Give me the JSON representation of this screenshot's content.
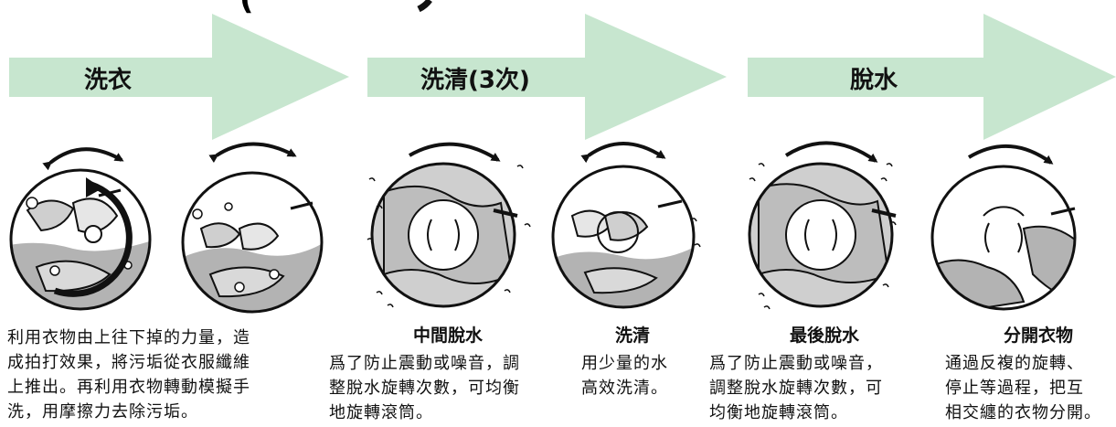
{
  "header": {
    "partial_text": "("
  },
  "steps": [
    {
      "label": "洗衣"
    },
    {
      "label": "洗清(3次)"
    },
    {
      "label": "脫水"
    }
  ],
  "descriptions": {
    "wash": [
      "利用衣物由上往下掉的力量，造",
      "成拍打效果，將污垢從衣服纖維",
      "上推出。再利用衣物轉動模擬手",
      "洗，用摩擦力去除污垢。"
    ],
    "mid_spin": {
      "title": "中間脫水",
      "lines": [
        "爲了防止震動或噪音，調",
        "整脫水旋轉次數，可均衡",
        "地旋轉滾筒。"
      ]
    },
    "rinse": {
      "title": "洗清",
      "lines": [
        "用少量的水",
        "高效洗清。"
      ]
    },
    "final_spin": {
      "title": "最後脫水",
      "lines": [
        "爲了防止震動或噪音，",
        "調整脫水旋轉次數，可",
        "均衡地旋轉滾筒。"
      ]
    },
    "separate": {
      "title": "分開衣物",
      "lines": [
        "通過反複的旋轉、",
        "停止等過程，把互",
        "相交纏的衣物分開。"
      ]
    }
  },
  "colors": {
    "arrow": "#c7e6cf",
    "drum_water": "#b3b3b3",
    "drum_cloth": "#cfcfcf",
    "outline": "#111111"
  },
  "icons": [
    "two-way-rotation-arrow-icon",
    "one-way-rotation-arrow-icon",
    "water-splash-icon",
    "drum-icon"
  ]
}
